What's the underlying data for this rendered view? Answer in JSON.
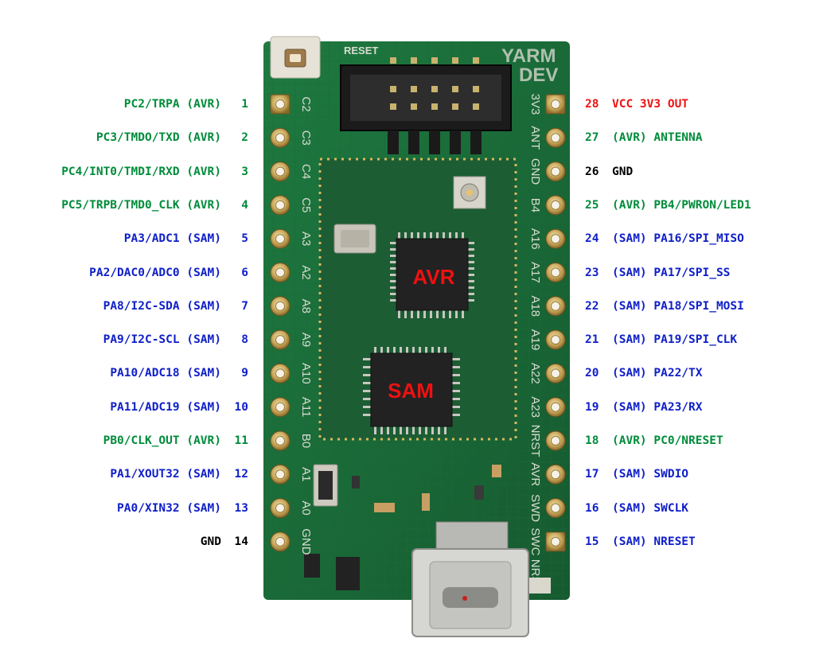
{
  "colors": {
    "avr": "#008c3a",
    "sam": "#1020c8",
    "gnd": "#000000",
    "vcc": "#ee1111",
    "chip_label": "#ee1111",
    "board": "#1f6b3a",
    "silk": "#d8dcd0"
  },
  "board": {
    "brand_line1": "YARM",
    "brand_line2": "DEV",
    "reset_label": "RESET",
    "avr_chip_label": "AVR",
    "sam_chip_label": "SAM",
    "silk_left": [
      "C2",
      "C3",
      "C4",
      "C5",
      "A3",
      "A2",
      "A8",
      "A9",
      "A10",
      "A11",
      "B0",
      "A1",
      "A0",
      "GND"
    ],
    "silk_right": [
      "3V3",
      "ANT",
      "GND",
      "B4",
      "A16",
      "A17",
      "A18",
      "A19",
      "A22",
      "A23",
      "NRST",
      "AVR",
      "SWD",
      "SWC",
      "NRST"
    ]
  },
  "pins_left": [
    {
      "text": "PC2/TRPA (AVR)",
      "num": "1",
      "group": "avr"
    },
    {
      "text": "PC3/TMDO/TXD (AVR)",
      "num": "2",
      "group": "avr"
    },
    {
      "text": "PC4/INT0/TMDI/RXD (AVR)",
      "num": "3",
      "group": "avr"
    },
    {
      "text": "PC5/TRPB/TMD0_CLK (AVR)",
      "num": "4",
      "group": "avr"
    },
    {
      "text": "PA3/ADC1 (SAM)",
      "num": "5",
      "group": "sam"
    },
    {
      "text": "PA2/DAC0/ADC0 (SAM)",
      "num": "6",
      "group": "sam"
    },
    {
      "text": "PA8/I2C-SDA (SAM)",
      "num": "7",
      "group": "sam"
    },
    {
      "text": "PA9/I2C-SCL (SAM)",
      "num": "8",
      "group": "sam"
    },
    {
      "text": "PA10/ADC18 (SAM)",
      "num": "9",
      "group": "sam"
    },
    {
      "text": "PA11/ADC19 (SAM)",
      "num": "10",
      "group": "sam"
    },
    {
      "text": "PB0/CLK_OUT (AVR)",
      "num": "11",
      "group": "avr"
    },
    {
      "text": "PA1/XOUT32 (SAM)",
      "num": "12",
      "group": "sam"
    },
    {
      "text": "PA0/XIN32 (SAM)",
      "num": "13",
      "group": "sam"
    },
    {
      "text": "GND",
      "num": "14",
      "group": "gnd"
    }
  ],
  "pins_right": [
    {
      "num": "28",
      "text": "VCC 3V3 OUT",
      "group": "vcc"
    },
    {
      "num": "27",
      "text": "(AVR) ANTENNA",
      "group": "avr"
    },
    {
      "num": "26",
      "text": "GND",
      "group": "gnd"
    },
    {
      "num": "25",
      "text": "(AVR) PB4/PWRON/LED1",
      "group": "avr"
    },
    {
      "num": "24",
      "text": "(SAM) PA16/SPI_MISO",
      "group": "sam"
    },
    {
      "num": "23",
      "text": "(SAM) PA17/SPI_SS",
      "group": "sam"
    },
    {
      "num": "22",
      "text": "(SAM) PA18/SPI_MOSI",
      "group": "sam"
    },
    {
      "num": "21",
      "text": "(SAM) PA19/SPI_CLK",
      "group": "sam"
    },
    {
      "num": "20",
      "text": "(SAM) PA22/TX",
      "group": "sam"
    },
    {
      "num": "19",
      "text": "(SAM) PA23/RX",
      "group": "sam"
    },
    {
      "num": "18",
      "text": "(AVR) PC0/NRESET",
      "group": "avr"
    },
    {
      "num": "17",
      "text": "(SAM) SWDIO",
      "group": "sam"
    },
    {
      "num": "16",
      "text": "(SAM) SWCLK",
      "group": "sam"
    },
    {
      "num": "15",
      "text": "(SAM) NRESET",
      "group": "sam"
    }
  ]
}
